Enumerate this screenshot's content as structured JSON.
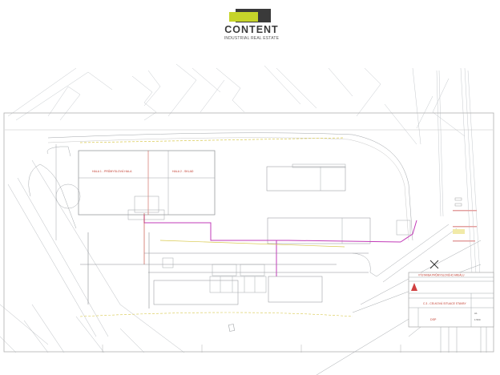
{
  "logo": {
    "name": "CONTENT",
    "tagline": "INDUSTRIAL REAL ESTATE",
    "colors": {
      "lime": "#c6d42a",
      "dark": "#3a3a3a"
    }
  },
  "drawing": {
    "type": "site-plan",
    "colors": {
      "line": "#9aa0a6",
      "utility_magenta": "#c23bb8",
      "label_red": "#c0392b",
      "yellow": "#d8c84a",
      "frame": "#a8a8a8"
    },
    "hall_labels": [
      "HALA 1 - PRŮMYSLOVÁ HALA",
      "HALA 2 - SKLAD"
    ],
    "title_block": {
      "project": "VÝSTAVBA PRŮMYSLOVÉHO AREÁLU",
      "drawing_title": "C.3 - CELKOVÁ SITUACE STAVBY",
      "stage": "DSP",
      "scale": "1:500",
      "format": "A1"
    }
  }
}
